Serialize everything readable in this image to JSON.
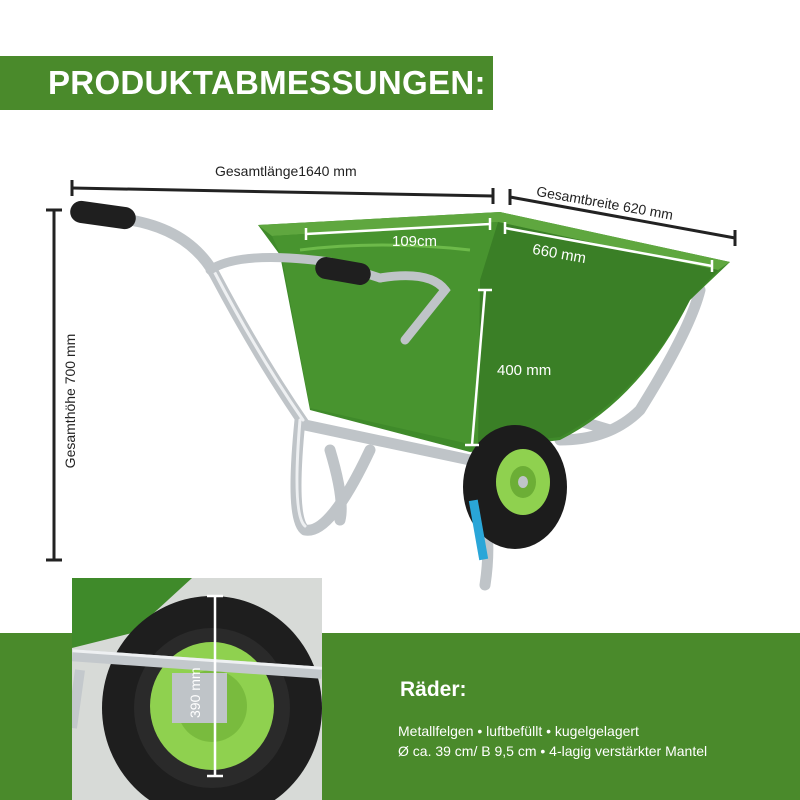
{
  "title": "PRODUKTABMESSUNGEN:",
  "dimensions": {
    "total_length": "Gesamtlänge1640 mm",
    "total_width": "Gesamtbreite 620 mm",
    "total_height": "Gesamthöhe 700 mm",
    "tub_length": "109cm",
    "tub_width": "660 mm",
    "tub_depth": "400 mm",
    "wheel_diameter": "390 mm"
  },
  "wheels": {
    "heading": "Räder:",
    "line1": "Metallfelgen • luftbefüllt • kugelgelagert",
    "line2": "Ø ca. 39 cm/ B  9,5 cm • 4-lagig verstärkter Mantel"
  },
  "colors": {
    "brand_green": "#4a8a2b",
    "tub_green": "#3f8a2a",
    "rim_green": "#8fd14f",
    "frame_silver": "#c8ccd0"
  }
}
